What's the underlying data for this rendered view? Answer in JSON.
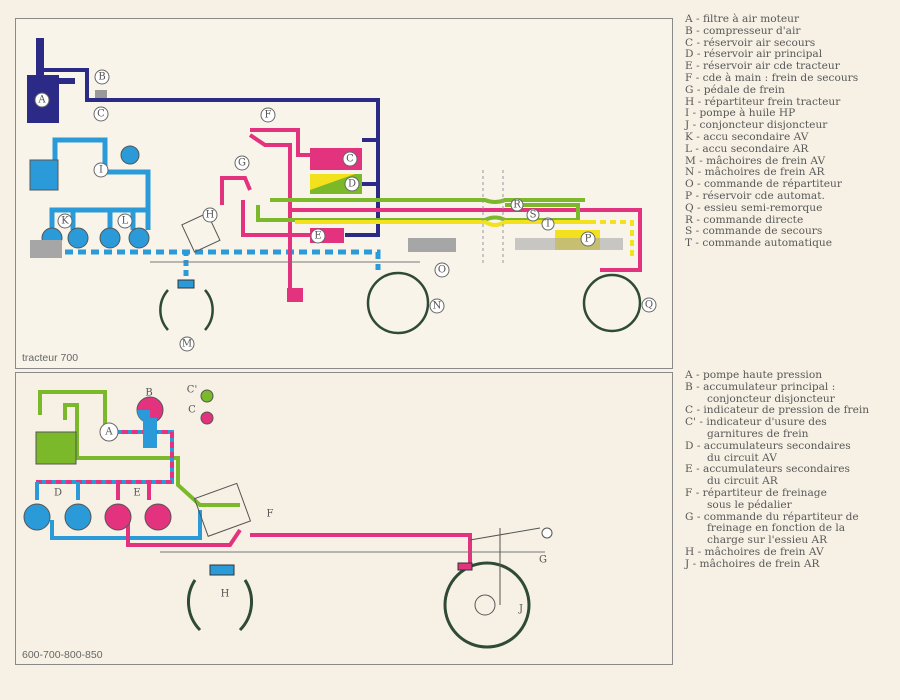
{
  "colors": {
    "navy": "#2b2a86",
    "blue": "#2a9bd8",
    "magenta": "#e3327e",
    "green": "#7cb92a",
    "yellow": "#f4e11e",
    "grey": "#a6a6a6",
    "dark_green": "#2f4a36"
  },
  "top_diagram": {
    "caption": "tracteur 700",
    "labels": {
      "A": "A",
      "B": "B",
      "C": "C",
      "D": "D",
      "E": "E",
      "F": "F",
      "G": "G",
      "H": "H",
      "I": "I",
      "K": "K",
      "L": "L",
      "M": "M",
      "N": "N",
      "O": "O",
      "P": "P",
      "Q": "Q",
      "R": "R",
      "S": "S",
      "T": "T",
      "C2": "C"
    },
    "legend": [
      "A - filtre à air moteur",
      "B - compresseur d'air",
      "C - réservoir air secours",
      "D - réservoir air principal",
      "E - réservoir air cde tracteur",
      "F - cde à main : frein de secours",
      "G - pédale de frein",
      "H - répartiteur frein tracteur",
      "I - pompe à huile HP",
      "J - conjoncteur disjoncteur",
      "K - accu secondaire AV",
      "L - accu secondaire AR",
      "M - mâchoires de frein AV",
      "N - mâchoires de frein AR",
      "O - commande de répartiteur",
      "P - réservoir cde automat.",
      "Q - essieu semi-remorque",
      "R - commande directe",
      "S - commande de secours",
      "T - commande automatique"
    ]
  },
  "bottom_diagram": {
    "caption": "600-700-800-850",
    "labels": {
      "A": "A",
      "B": "B",
      "C": "C",
      "C_prime": "C'",
      "D": "D",
      "E": "E",
      "F": "F",
      "G": "G",
      "H": "H",
      "J": "J"
    },
    "legend": [
      {
        "main": "A - pompe haute pression"
      },
      {
        "main": "B - accumulateur principal :",
        "cont": "conjoncteur disjoncteur"
      },
      {
        "main": "C - indicateur de pression de frein"
      },
      {
        "main": "C' - indicateur d'usure des",
        "cont": "garnitures de frein"
      },
      {
        "main": "D - accumulateurs secondaires",
        "cont": "du circuit AV"
      },
      {
        "main": "E - accumulateurs secondaires",
        "cont": "du circuit AR"
      },
      {
        "main": "F - répartiteur de freinage",
        "cont": "sous le pédalier"
      },
      {
        "main": "G - commande du répartiteur de",
        "cont": "freinage en fonction de la",
        "cont2": "charge sur l'essieu AR"
      },
      {
        "main": "H - mâchoires de frein AV"
      },
      {
        "main": "J - mâchoires de frein AR"
      }
    ]
  }
}
